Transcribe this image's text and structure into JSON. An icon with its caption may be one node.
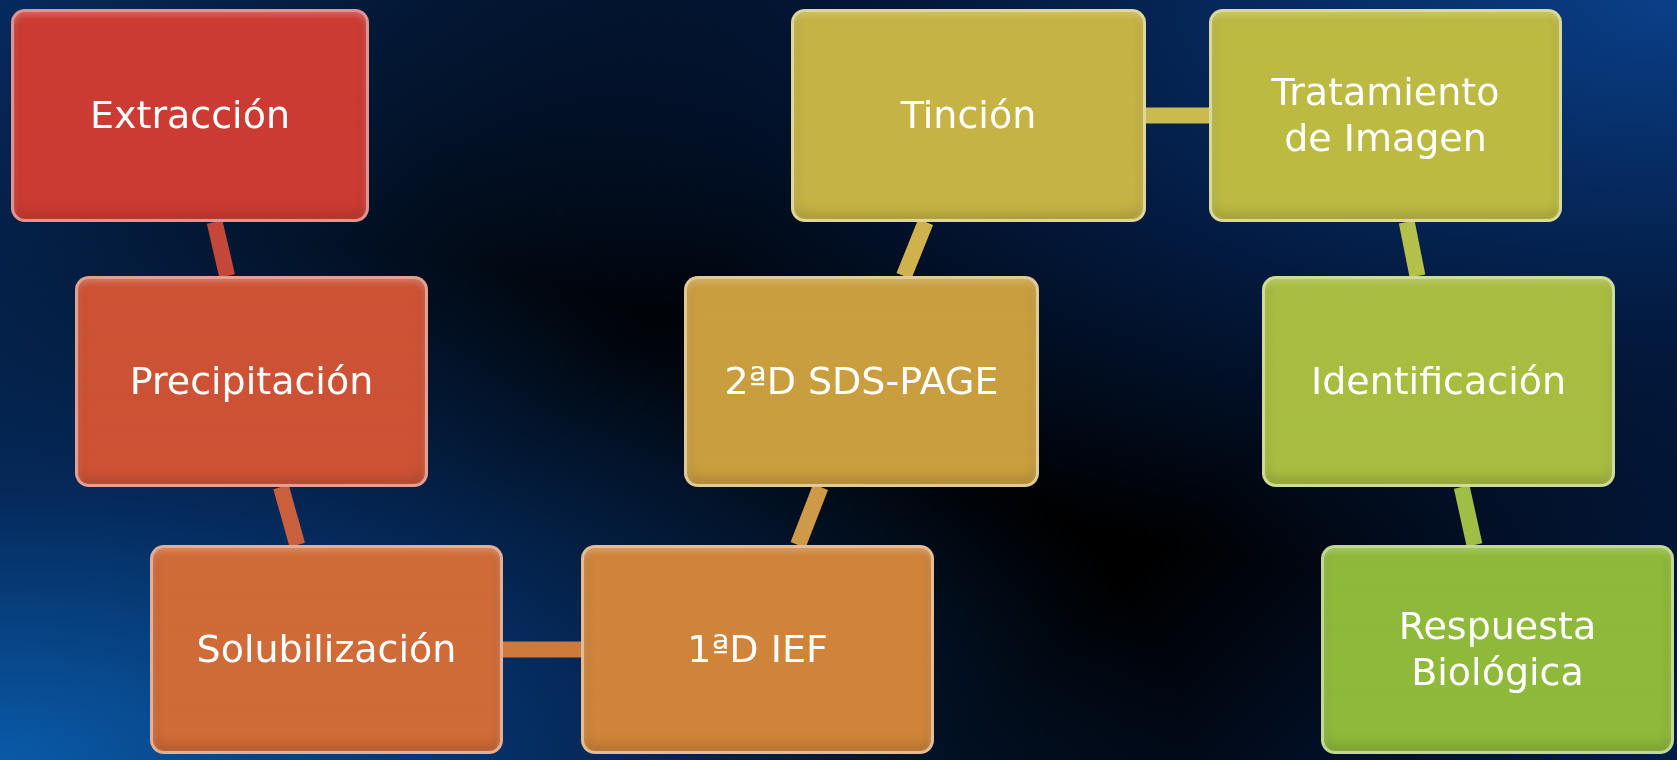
{
  "diagram": {
    "nodes": [
      {
        "text": [
          "Extracción"
        ]
      },
      {
        "text": [
          "Precipitación"
        ]
      },
      {
        "text": [
          "Solubilización"
        ]
      },
      {
        "text": [
          "1ªD IEF"
        ]
      },
      {
        "text": [
          "2ªD SDS-PAGE"
        ]
      },
      {
        "text": [
          "Tinción"
        ]
      },
      {
        "text": [
          "Tratamiento de Imagen"
        ]
      },
      {
        "text": [
          "Identificación"
        ]
      },
      {
        "text": [
          "Respuesta Biológica"
        ]
      }
    ],
    "edges": [
      {
        "from": 0,
        "to": 1,
        "arrow": "none",
        "color": "#c4473a"
      },
      {
        "from": 1,
        "to": 2,
        "arrow": "none",
        "color": "#c95f3c"
      },
      {
        "from": 2,
        "to": 3,
        "arrow": "none",
        "color": "#cc7a3e"
      },
      {
        "from": 3,
        "to": 4,
        "arrow": "none",
        "color": "#cf9a48"
      },
      {
        "from": 4,
        "to": 5,
        "arrow": "none",
        "color": "#cfb14e"
      },
      {
        "from": 5,
        "to": 6,
        "arrow": "none",
        "color": "#c9bc4c"
      },
      {
        "from": 6,
        "to": 7,
        "arrow": "none",
        "color": "#b3c04a"
      },
      {
        "from": 7,
        "to": 8,
        "arrow": "none",
        "color": "#9fbe45"
      }
    ]
  }
}
